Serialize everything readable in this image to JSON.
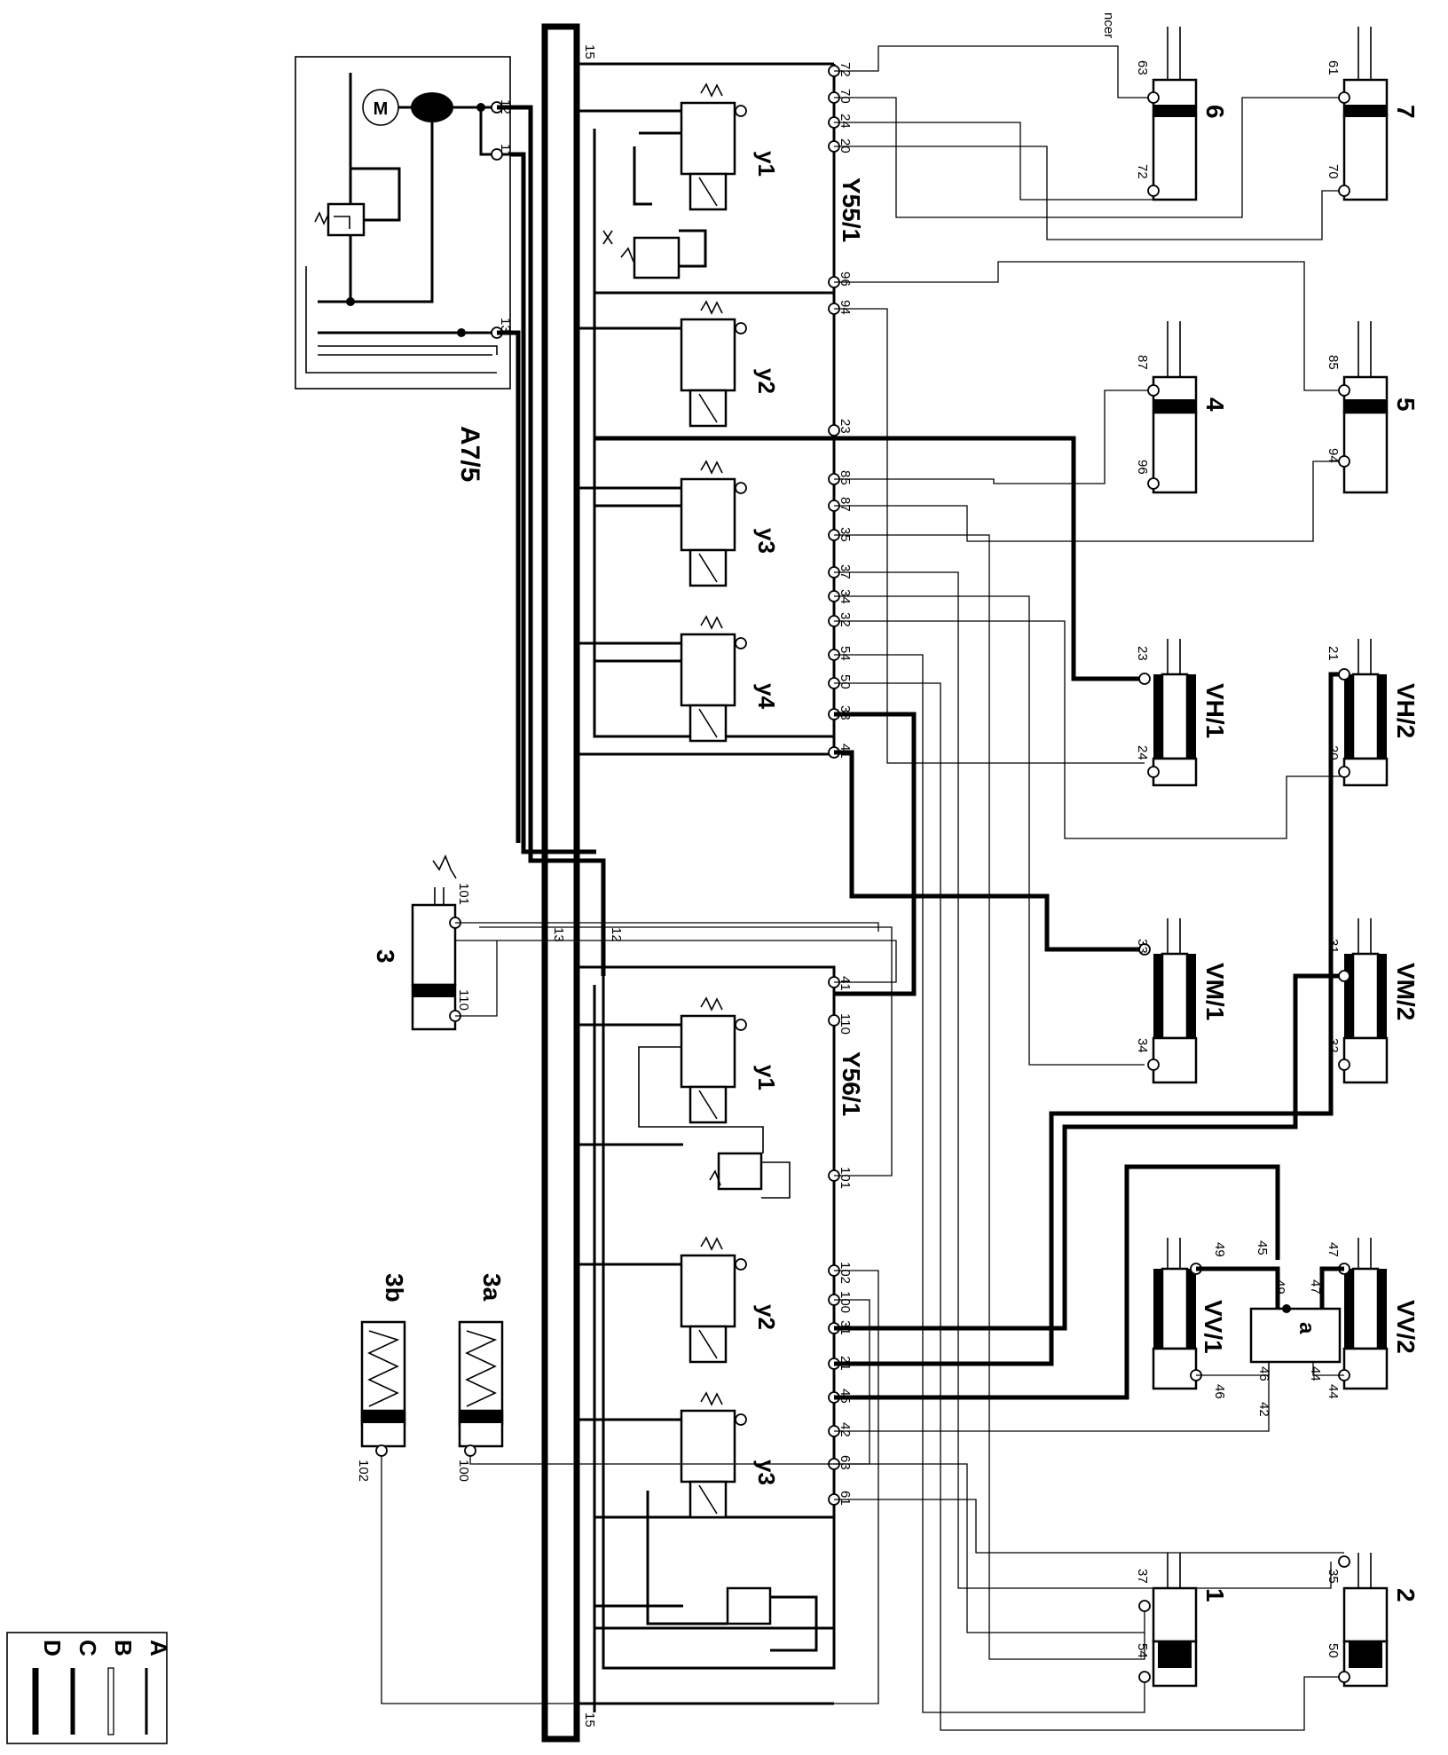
{
  "components": {
    "a7_5": "A7/5",
    "y55_1": "Y55/1",
    "y56_1": "Y56/1",
    "y55_valves": [
      "y1",
      "y2",
      "y3",
      "y4"
    ],
    "y56_valves": [
      "y1",
      "y2",
      "y3"
    ],
    "motor": "M",
    "cyl_6": "6",
    "cyl_7": "7",
    "cyl_4": "4",
    "cyl_5": "5",
    "vh1": "VH/1",
    "vh2": "VH/2",
    "vm1": "VM/1",
    "vm2": "VM/2",
    "vv1": "VV/1",
    "vv2": "VV/2",
    "cyl_1": "1",
    "cyl_2": "2",
    "cyl_3": "3",
    "cyl_3a": "3a",
    "cyl_3b": "3b",
    "junction_a": "a",
    "fragment_text": "ncer"
  },
  "ports": {
    "a7_12": "12",
    "a7_11": "11",
    "a7_13": "13",
    "y55_top": "15",
    "y55": [
      "72",
      "70",
      "24",
      "20",
      "96",
      "94",
      "23",
      "85",
      "87",
      "35",
      "37",
      "34",
      "32",
      "54",
      "50",
      "33",
      "41"
    ],
    "y56_top": "13",
    "y56_top2": "12",
    "y56_bottom": "15",
    "y56": [
      "41",
      "110",
      "101",
      "102",
      "100",
      "31",
      "21",
      "45",
      "42",
      "63",
      "61"
    ],
    "c6": [
      "63",
      "72"
    ],
    "c7": [
      "61",
      "70"
    ],
    "c4": [
      "87",
      "96"
    ],
    "c5": [
      "85",
      "94"
    ],
    "vh1": [
      "23",
      "24"
    ],
    "vh2": [
      "21",
      "20"
    ],
    "vm1": [
      "33",
      "34"
    ],
    "vm2": [
      "31",
      "32"
    ],
    "vv1": [
      "49",
      "46"
    ],
    "vv2": [
      "47",
      "44"
    ],
    "junction": [
      "45",
      "49",
      "47",
      "46",
      "44",
      "42"
    ],
    "c1": [
      "37",
      "54"
    ],
    "c2": [
      "35",
      "50"
    ],
    "c3": [
      "101",
      "110"
    ],
    "c3a": "100",
    "c3b": "102"
  },
  "legend": [
    {
      "key": "A"
    },
    {
      "key": "B"
    },
    {
      "key": "C"
    },
    {
      "key": "D"
    }
  ]
}
